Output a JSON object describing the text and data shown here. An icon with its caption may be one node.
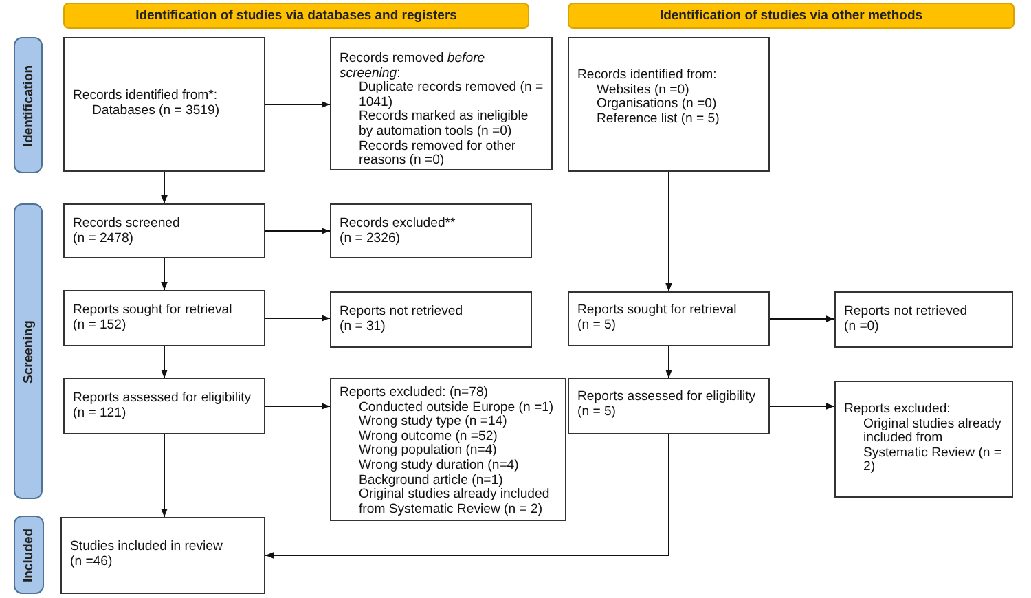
{
  "diagram": {
    "nodes": [
      {
        "text": [
          "Identification of studies via databases and registers"
        ]
      },
      {
        "text": [
          "Identification of studies via other methods"
        ]
      },
      {
        "text": [
          "Identification"
        ]
      },
      {
        "text": [
          "Screening"
        ]
      },
      {
        "text": [
          "Included"
        ]
      },
      {
        "text": [
          "Records identified from*:",
          "Databases (n = 3519)"
        ]
      },
      {
        "text": [
          "Records removed *before screening*:",
          "Duplicate records removed (n = 1041)",
          "Records marked as ineligible by automation tools (n =0)",
          "Records removed for other reasons (n =0)"
        ]
      },
      {
        "text": [
          "Records identified from:",
          "Websites (n =0)",
          "Organisations (n =0)",
          "Reference list (n = 5)"
        ]
      },
      {
        "text": [
          "Records screened",
          "(n = 2478)"
        ]
      },
      {
        "text": [
          "Records excluded**",
          "(n = 2326)"
        ]
      },
      {
        "text": [
          "Reports sought for retrieval",
          "(n = 152)"
        ]
      },
      {
        "text": [
          "Reports not retrieved",
          "(n = 31)"
        ]
      },
      {
        "text": [
          "Reports assessed for eligibility",
          "(n = 121)"
        ]
      },
      {
        "text": [
          "Reports excluded: (n=78)",
          "Conducted outside Europe (n =1)",
          "Wrong study type (n =14)",
          "Wrong outcome (n =52)",
          "Wrong population (n=4)",
          "Wrong study duration (n=4)",
          "Background article (n=1)",
          "Original studies already included from Systematic Review (n = 2)"
        ]
      },
      {
        "text": [
          "Studies included in review",
          "(n =46)"
        ]
      },
      {
        "text": [
          "Reports sought for retrieval",
          "(n = 5)"
        ]
      },
      {
        "text": [
          "Reports not retrieved",
          "(n =0)"
        ]
      },
      {
        "text": [
          "Reports assessed for eligibility",
          "(n = 5)"
        ]
      },
      {
        "text": [
          "Reports excluded:",
          "Original studies already included from Systematic Review (n = 2)"
        ]
      }
    ],
    "edges": [
      {
        "from": 5,
        "to": 6,
        "arrow": "to"
      },
      {
        "from": 5,
        "to": 8,
        "arrow": "to"
      },
      {
        "from": 8,
        "to": 9,
        "arrow": "to"
      },
      {
        "from": 8,
        "to": 10,
        "arrow": "to"
      },
      {
        "from": 10,
        "to": 11,
        "arrow": "to"
      },
      {
        "from": 10,
        "to": 12,
        "arrow": "to"
      },
      {
        "from": 12,
        "to": 13,
        "arrow": "to"
      },
      {
        "from": 12,
        "to": 14,
        "arrow": "to"
      },
      {
        "from": 7,
        "to": 15,
        "arrow": "to"
      },
      {
        "from": 15,
        "to": 16,
        "arrow": "to"
      },
      {
        "from": 15,
        "to": 17,
        "arrow": "to"
      },
      {
        "from": 17,
        "to": 18,
        "arrow": "to"
      },
      {
        "from": 17,
        "to": 14,
        "arrow": "to"
      }
    ]
  }
}
